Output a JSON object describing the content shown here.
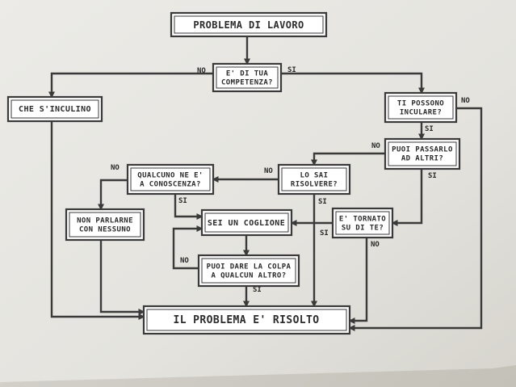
{
  "nodes": {
    "problema": [
      "PROBLEMA DI LAVORO"
    ],
    "competenza": [
      "E' DI TUA",
      "COMPETENZA?"
    ],
    "cheinculino": [
      "CHE S'INCULINO"
    ],
    "tipossono": [
      "TI POSSONO",
      "INCULARE?"
    ],
    "passarlo": [
      "PUOI PASSARLO",
      "AD ALTRI?"
    ],
    "saisolvere": [
      "LO SAI",
      "RISOLVERE?"
    ],
    "qualcuno": [
      "QUALCUNO NE E'",
      "A CONOSCENZA?"
    ],
    "nonparlarne": [
      "NON PARLARNE",
      "CON NESSUNO"
    ],
    "coglione": [
      "SEI UN COGLIONE"
    ],
    "tornato": [
      "E' TORNATO",
      "SU DI TE?"
    ],
    "colpa": [
      "PUOI DARE LA COLPA",
      "A QUALCUN ALTRO?"
    ],
    "risolto": [
      "IL PROBLEMA E' RISOLTO"
    ]
  },
  "edge_labels": {
    "competenza_no": "NO",
    "competenza_si": "SI",
    "tipossono_no": "NO",
    "tipossono_si": "SI",
    "passarlo_no": "NO",
    "passarlo_si": "SI",
    "saisolvere_no": "NO",
    "saisolvere_si": "SI",
    "qualcuno_no": "NO",
    "qualcuno_si": "SI",
    "tornato_no": "NO",
    "tornato_si": "SI",
    "colpa_no": "NO",
    "colpa_si": "SI"
  },
  "colors": {
    "ink": "#3a3a3a",
    "box_fill": "#ffffff"
  }
}
